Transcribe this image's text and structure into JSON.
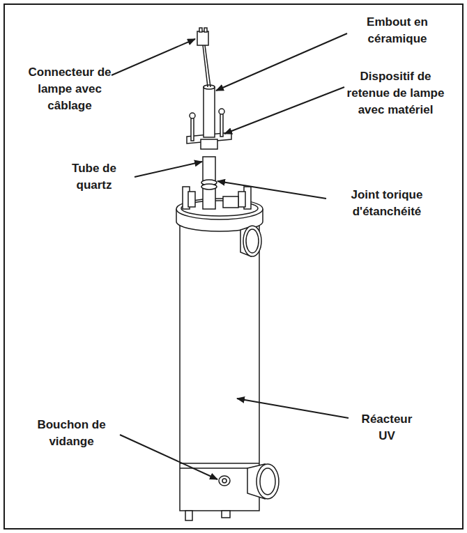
{
  "diagram": {
    "labels": [
      "Connecteur de lampe avec câblage",
      "Embout en céramique",
      "Dispositif de retenue de lampe avec matériel",
      "Tube de quartz",
      "Joint torique d'étanchéité",
      "Bouchon de vidange",
      "Réacteur UV"
    ]
  }
}
